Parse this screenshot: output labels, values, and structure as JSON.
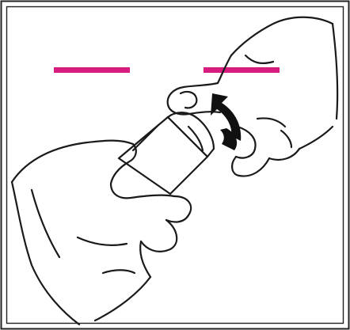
{
  "illustration": {
    "subject": "hands-opening-vial",
    "icons": [
      "left-hand-icon",
      "right-hand-icon",
      "vial-icon",
      "cap-icon",
      "rotate-arrow-icon"
    ],
    "colors": {
      "background": "#ffffff",
      "line": "#1a1a1a",
      "marker": "#d81b7f",
      "arrow": "#111111",
      "frame": "#222222"
    },
    "markers": [
      "left-line-marker",
      "right-line-marker"
    ]
  }
}
